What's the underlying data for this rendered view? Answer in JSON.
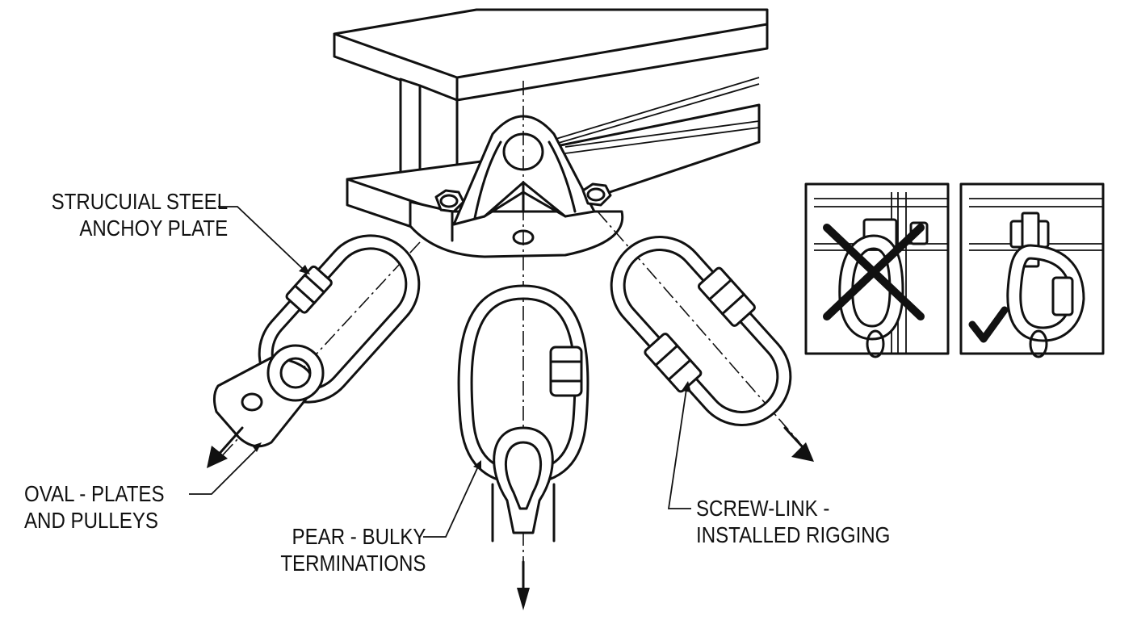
{
  "labels": {
    "anchor_plate": [
      "STRUCUIAL STEEL",
      "ANCHOY PLATE"
    ],
    "oval": [
      "OVAL - PLATES",
      "AND PULLEYS"
    ],
    "pear": [
      "PEAR - BULKY",
      "TERMINATIONS"
    ],
    "screw_link": [
      "SCREW-LINK -",
      "INSTALLED RIGGING"
    ]
  },
  "insets": {
    "incorrect_mark": "cross-icon",
    "correct_mark": "check-icon"
  },
  "colors": {
    "ink": "#111111",
    "background": "#ffffff"
  }
}
